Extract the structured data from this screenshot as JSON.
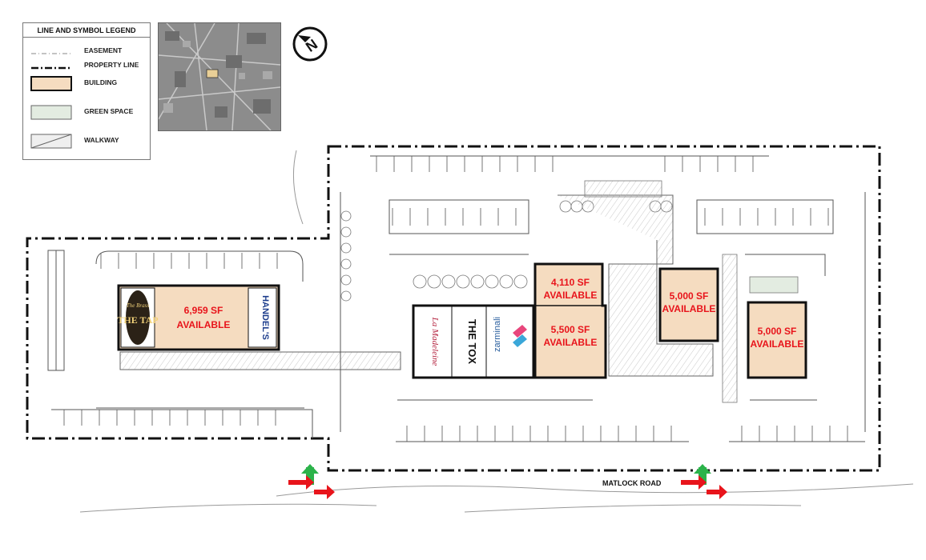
{
  "legend": {
    "title": "LINE AND SYMBOL LEGEND",
    "items": [
      {
        "label": "EASEMENT",
        "symbol": "easement-line"
      },
      {
        "label": "PROPERTY LINE",
        "symbol": "property-line"
      },
      {
        "label": "BUILDING",
        "symbol": "building-fill"
      },
      {
        "label": "GREEN SPACE",
        "symbol": "green-fill"
      },
      {
        "label": "WALKWAY",
        "symbol": "walkway-hatch"
      }
    ]
  },
  "colors": {
    "building": "#f5dcc0",
    "green_space": "#e3ece1",
    "available_text": "#e8141b",
    "outline": "#111111",
    "arrow_red": "#e8141b",
    "arrow_green": "#2bb34a"
  },
  "suites": [
    {
      "size": "6,959 SF",
      "status": "AVAILABLE"
    },
    {
      "size": "4,110 SF",
      "status": "AVAILABLE"
    },
    {
      "size": "5,500 SF",
      "status": "AVAILABLE"
    },
    {
      "size": "5,000 SF",
      "status": "AVAILABLE"
    },
    {
      "size": "5,000 SF",
      "status": "AVAILABLE"
    }
  ],
  "tenants": [
    {
      "name": "THE TAP",
      "sub": "The Brass"
    },
    {
      "name": "HANDEL'S"
    },
    {
      "name": "La Madeleine"
    },
    {
      "name": "THE TOX"
    },
    {
      "name": "zarminali"
    }
  ],
  "road": {
    "name": "MATLOCK ROAD"
  },
  "north_arrow": {
    "label": "N"
  }
}
